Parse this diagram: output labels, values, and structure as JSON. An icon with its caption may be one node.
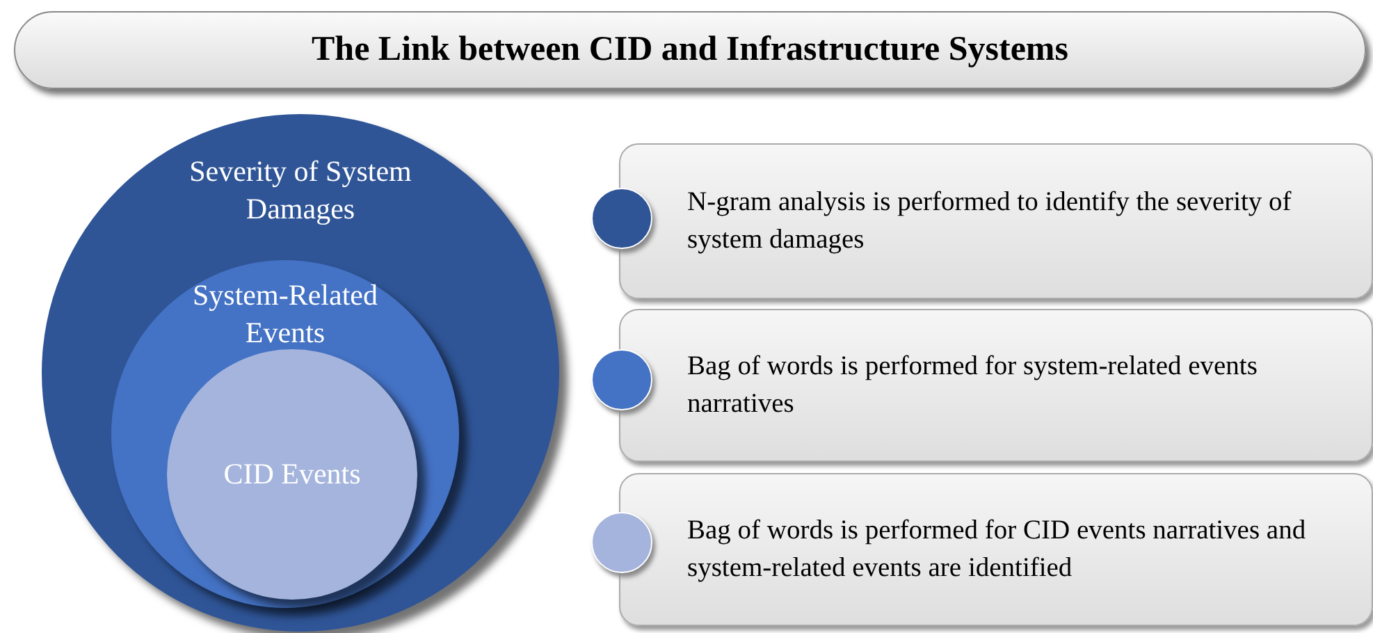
{
  "diagram": {
    "title": "The Link between CID and Infrastructure Systems",
    "nodes": [
      {
        "text": [
          "Severity of System Damages"
        ]
      },
      {
        "text": [
          "System-Related Events"
        ],
        "in": 0
      },
      {
        "text": [
          "CID Events"
        ],
        "in": 1
      },
      {
        "text": [],
        "shape": "circle"
      },
      {
        "text": [
          "N-gram analysis is performed to identify the severity of system damages"
        ]
      },
      {
        "text": [],
        "shape": "circle"
      },
      {
        "text": [
          "Bag of words is performed for system-related events narratives"
        ]
      },
      {
        "text": [],
        "shape": "circle"
      },
      {
        "text": [
          "Bag of words is performed for CID events narratives and system-related events are identified"
        ]
      }
    ],
    "edges": []
  }
}
